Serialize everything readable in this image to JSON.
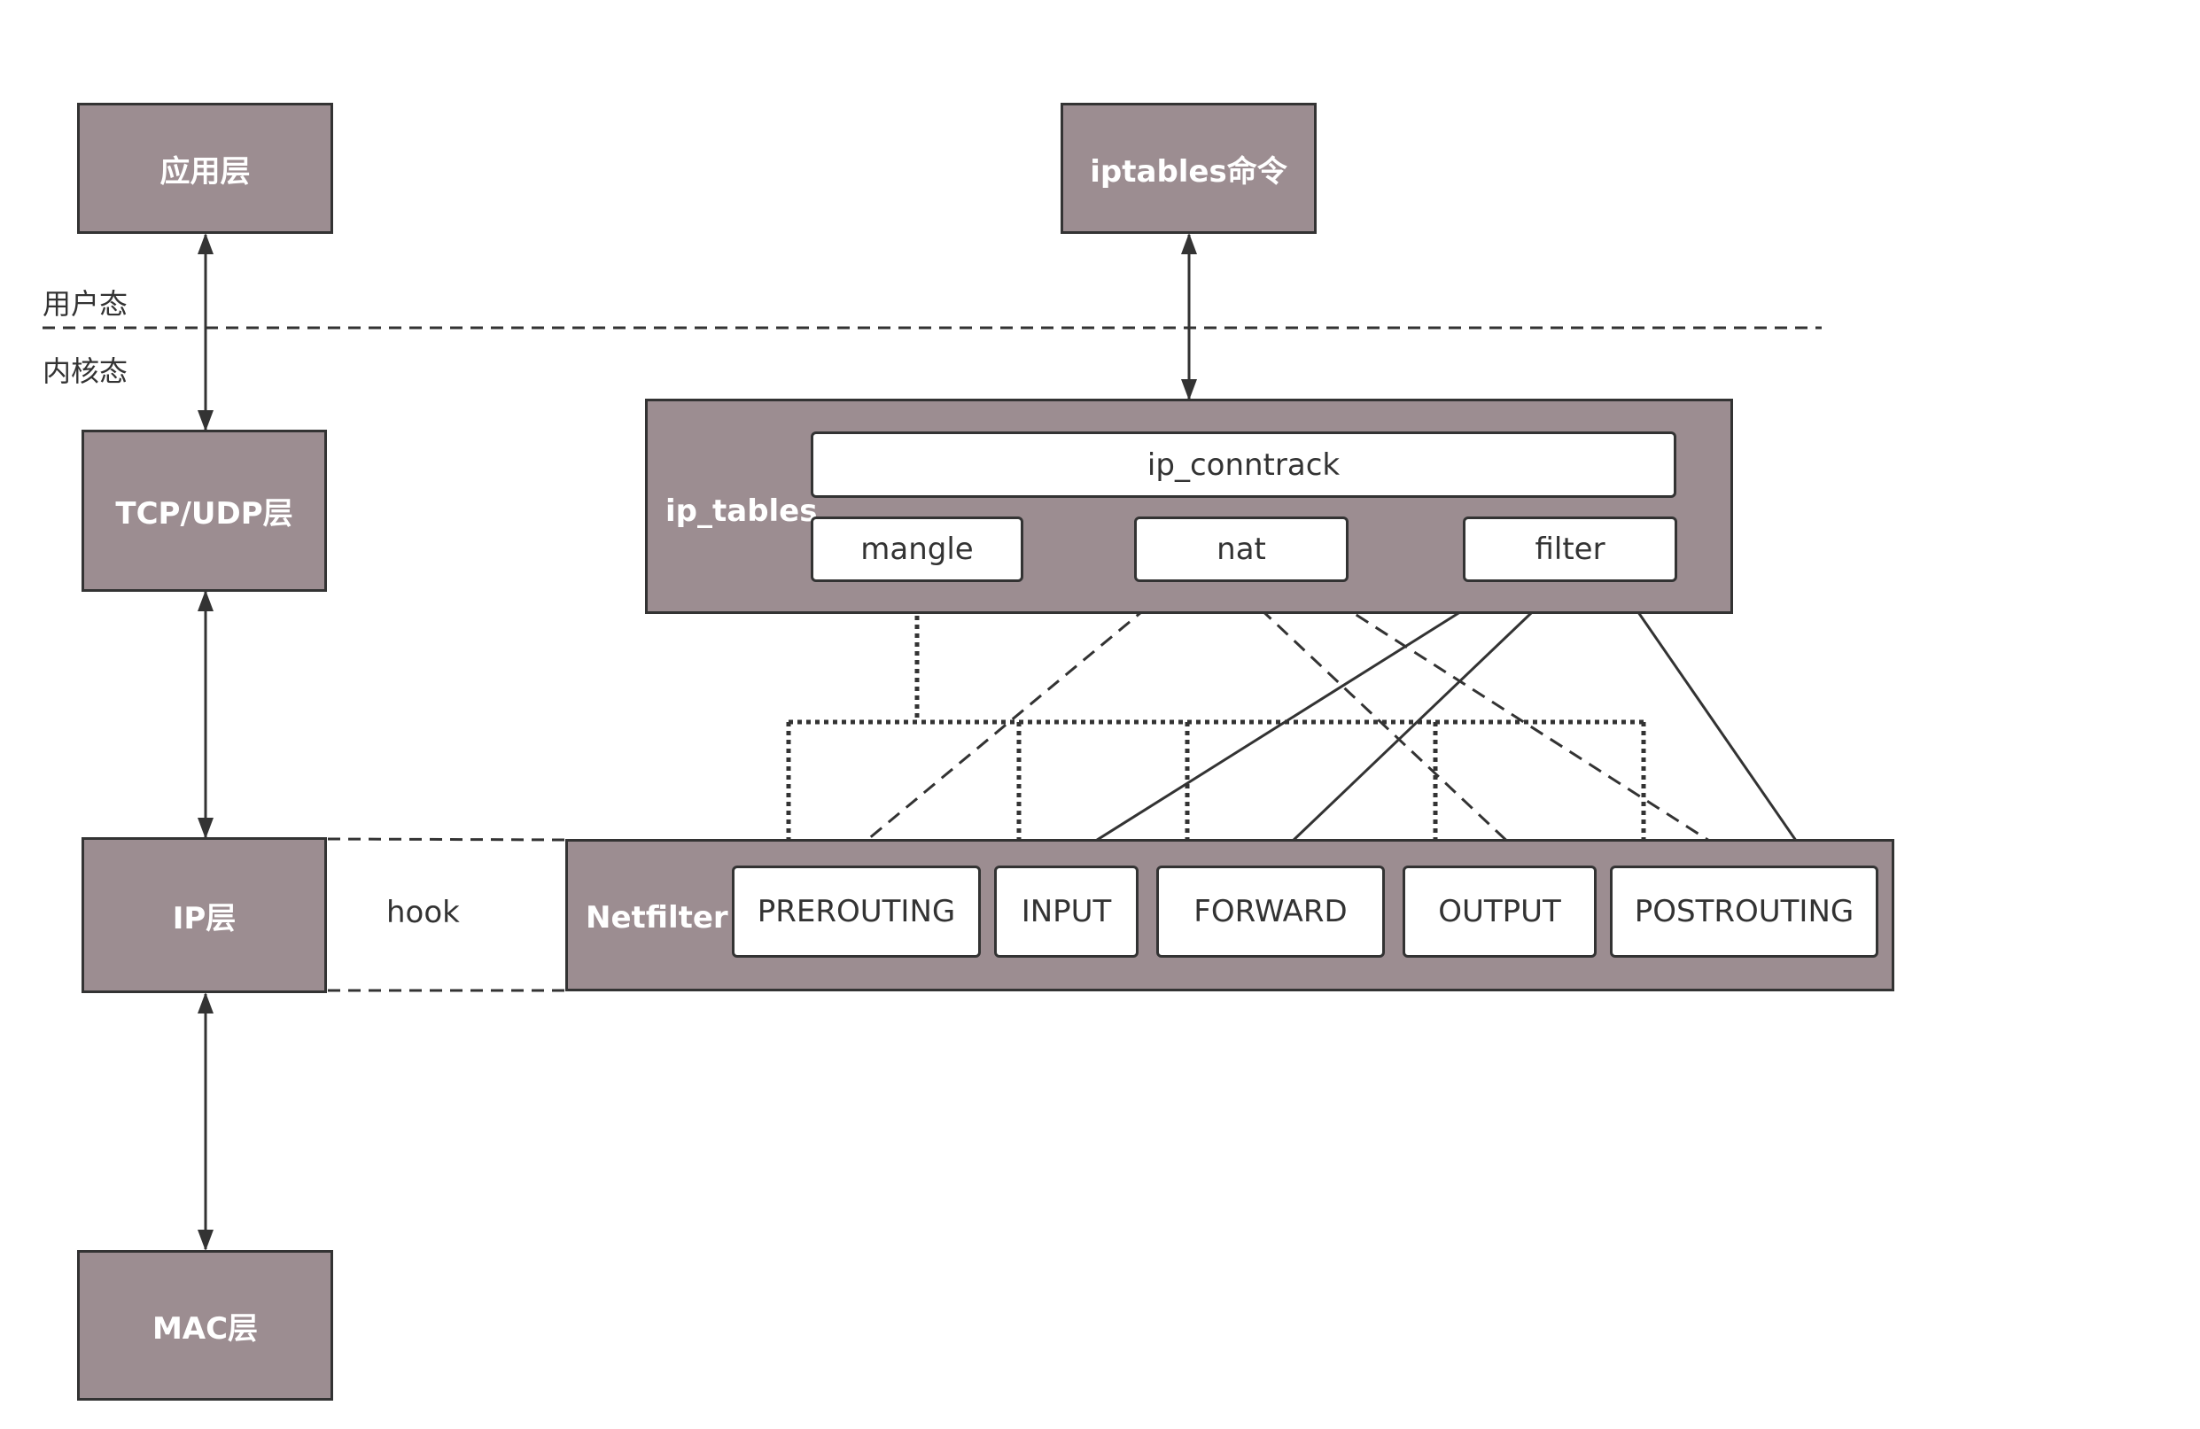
{
  "nodes": {
    "app_layer": "应用层",
    "iptables_cmd": "iptables命令",
    "tcp_udp_layer": "TCP/UDP层",
    "ip_layer": "IP层",
    "mac_layer": "MAC层"
  },
  "zones": {
    "user_space": "用户态",
    "kernel_space": "内核态"
  },
  "ip_tables": {
    "label": "ip_tables",
    "conntrack": "ip_conntrack",
    "tables": [
      "mangle",
      "nat",
      "filter"
    ]
  },
  "netfilter": {
    "label": "Netfilter",
    "hook_label": "hook",
    "chains": [
      "PREROUTING",
      "INPUT",
      "FORWARD",
      "OUTPUT",
      "POSTROUTING"
    ]
  },
  "edges": [
    {
      "from": "mangle",
      "to": [
        "PREROUTING",
        "INPUT",
        "FORWARD",
        "OUTPUT",
        "POSTROUTING"
      ],
      "style": "dotted"
    },
    {
      "from": "nat",
      "to": [
        "PREROUTING",
        "OUTPUT",
        "POSTROUTING"
      ],
      "style": "dashed"
    },
    {
      "from": "filter",
      "to": [
        "INPUT",
        "FORWARD",
        "POSTROUTING"
      ],
      "style": "solid"
    }
  ],
  "colors": {
    "box_fill": "#9c8d91",
    "stroke": "#333333",
    "text_on_box": "#ffffff"
  }
}
